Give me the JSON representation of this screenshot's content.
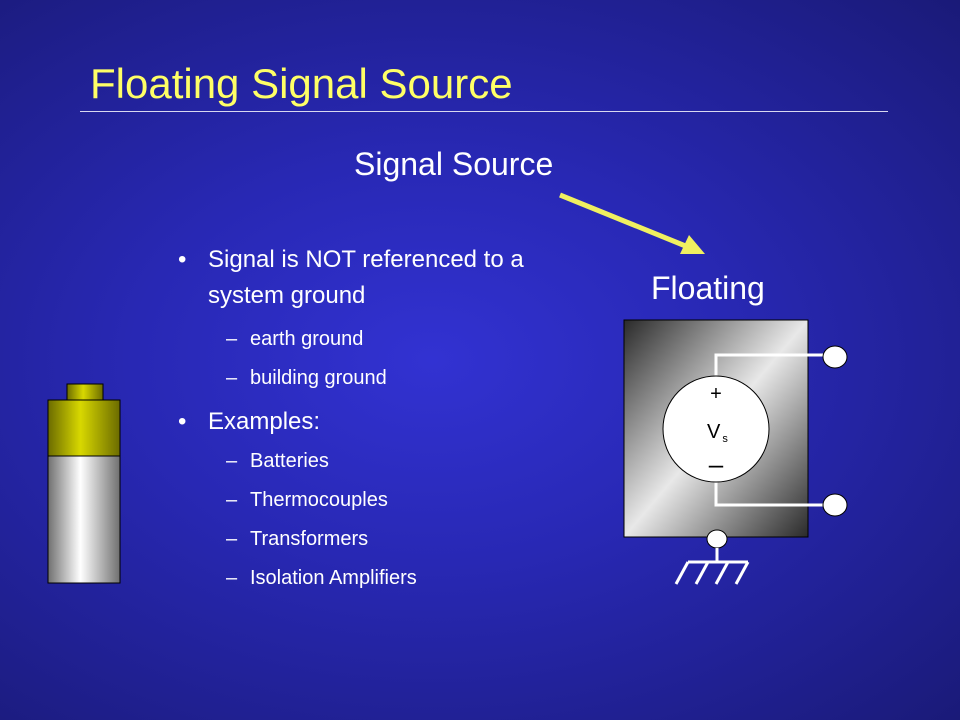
{
  "slide": {
    "title": "Floating Signal Source",
    "subtitle": "Signal Source",
    "floating_label": "Floating"
  },
  "bullets": [
    {
      "text": "Signal is NOT referenced to a system ground",
      "subs": [
        "earth ground",
        "building ground"
      ]
    },
    {
      "text": "Examples:",
      "subs": [
        "Batteries",
        "Thermocouples",
        "Transformers",
        "Isolation Amplifiers"
      ]
    }
  ],
  "markers": {
    "bullet": "•",
    "dash": "–"
  },
  "source": {
    "plus": "+",
    "minus": "–",
    "symbol": "V",
    "subscript": "s"
  },
  "colors": {
    "background": "#2828b4",
    "title": "#ffff66",
    "text": "#ffffff",
    "arrow": "#f0f060",
    "battery_cap": "#c8c800"
  }
}
